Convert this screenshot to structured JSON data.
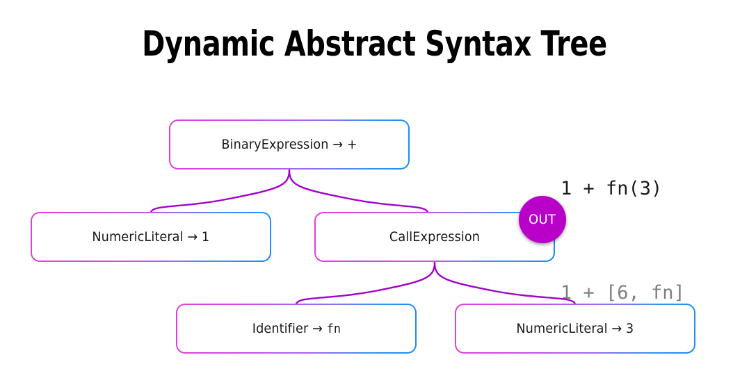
{
  "title": "Dynamic Abstract Syntax Tree",
  "code": {
    "input_line": "1 + fn(3)",
    "output_line": "1 + [6, fn]"
  },
  "badge": {
    "label": "OUT",
    "color": "#b800c8"
  },
  "colors": {
    "border_start": "#e13fd8",
    "border_end": "#1a8cf5",
    "edge": "#a104ca",
    "title_text": "#000000",
    "code_input_text": "#1b1b1b",
    "code_output_text": "#808080",
    "background": "#ffffff"
  },
  "tree": {
    "nodes": [
      {
        "id": "binary",
        "label": "BinaryExpression → +"
      },
      {
        "id": "numeric1",
        "label": "NumericLiteral → 1"
      },
      {
        "id": "call",
        "label": "CallExpression"
      },
      {
        "id": "identifier",
        "label_prefix": "Identifier → ",
        "label_mono": "fn"
      },
      {
        "id": "numeric3",
        "label": "NumericLiteral → 3"
      }
    ],
    "edges": [
      {
        "from": "binary",
        "to": "numeric1"
      },
      {
        "from": "binary",
        "to": "call"
      },
      {
        "from": "call",
        "to": "identifier"
      },
      {
        "from": "call",
        "to": "numeric3"
      }
    ]
  }
}
